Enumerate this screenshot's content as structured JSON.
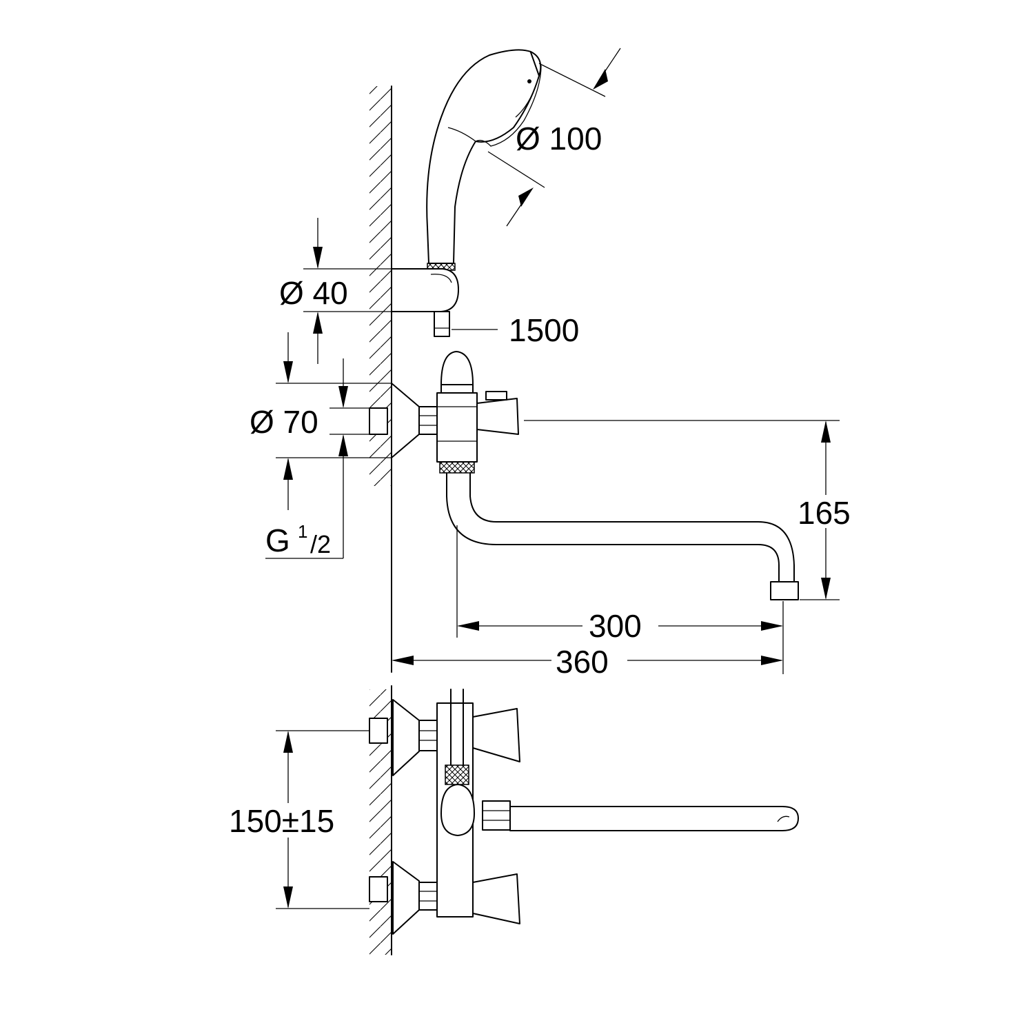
{
  "dimensions": {
    "handshower_diameter": "Ø 100",
    "holder_diameter": "Ø 40",
    "hose_length": "1500",
    "flange_diameter": "Ø 70",
    "thread_main": "G",
    "thread_num": "1",
    "thread_den": "/2",
    "spout_height": "165",
    "spout_reach": "300",
    "overall_projection": "360",
    "inlet_centres": "150±15"
  }
}
